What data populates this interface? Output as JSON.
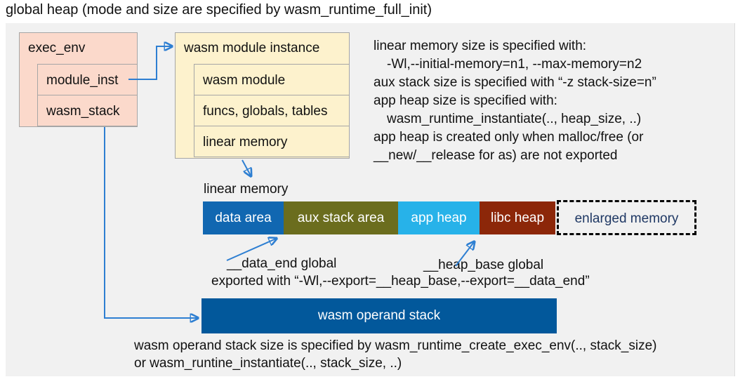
{
  "title": "global heap (mode and size are specified by wasm_runtime_full_init)",
  "exec_env": {
    "header": "exec_env",
    "fields": [
      "module_inst",
      "wasm_stack"
    ]
  },
  "module_instance": {
    "header": "wasm module instance",
    "fields": [
      "wasm module",
      "funcs, globals, tables",
      "linear memory"
    ]
  },
  "notes_right": [
    "linear memory size is specified with:",
    "-Wl,--initial-memory=n1, --max-memory=n2",
    "aux stack size is specified with “-z stack-size=n”",
    "app heap size is specified with:",
    "wasm_runtime_instantiate(.., heap_size, ..)",
    "app heap is created only when malloc/free (or",
    "__new/__release for as) are not exported"
  ],
  "linear_memory": {
    "label": "linear memory",
    "segments": [
      {
        "label": "data area",
        "color": "#1167b1"
      },
      {
        "label": "aux stack area",
        "color": "#6b6d1e"
      },
      {
        "label": "app heap",
        "color": "#27b2e9"
      },
      {
        "label": "libc heap",
        "color": "#8c2709"
      },
      {
        "label": "enlarged memory",
        "color": "#1f3864",
        "style": "dashed-outline"
      }
    ],
    "data_end_label": "__data_end global",
    "heap_base_label": "__heap_base global",
    "export_note": "exported with “-Wl,--export=__heap_base,--export=__data_end”"
  },
  "operand_stack": {
    "label": "wasm operand stack",
    "note_line1": "wasm operand stack size is specified by wasm_runtime_create_exec_env(.., stack_size)",
    "note_line2": "or wasm_runtine_instantiate(.., stack_size, ..)"
  },
  "colors": {
    "panel_bg": "#f1f1f1",
    "exec_env_fill": "#fbd9cb",
    "module_instance_fill": "#fdf2cd",
    "box_border": "#a6a6a6",
    "arrow_blue": "#2e7fd2",
    "operand_stack_fill": "#02589b",
    "enlarged_text": "#1f3864"
  }
}
